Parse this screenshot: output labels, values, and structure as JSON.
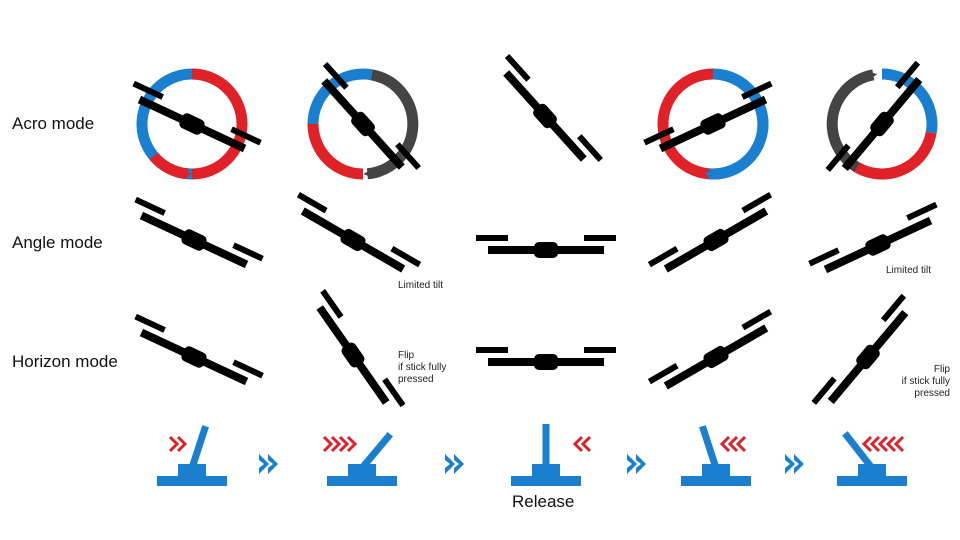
{
  "rows": {
    "acro": "Acro mode",
    "angle": "Angle mode",
    "horizon": "Horizon mode"
  },
  "notes": {
    "limited_tilt_1": "Limited tilt",
    "limited_tilt_2": "Limited tilt",
    "flip_1_line1": "Flip",
    "flip_1_line2": "if stick fully",
    "flip_1_line3": "pressed",
    "flip_2_line1": "Flip",
    "flip_2_line2": "if stick fully",
    "flip_2_line3": "pressed"
  },
  "release_label": "Release",
  "colors": {
    "quad": "#000000",
    "blue": "#1a7fcf",
    "red": "#e02128",
    "gray": "#444444",
    "text": "#111111"
  },
  "icons": {
    "quad": "quadcopter-side-icon",
    "rotation": "rotation-arrow-icon",
    "stick": "joystick-icon",
    "chevrons": "chevron-arrows-icon",
    "step": "step-arrow-icon"
  },
  "sticks": [
    {
      "position": "tilted-right",
      "pushes": 2
    },
    {
      "position": "tilted-right-strong",
      "pushes": 4
    },
    {
      "position": "center",
      "pushes": 2
    },
    {
      "position": "tilted-left",
      "pushes": 3
    },
    {
      "position": "tilted-left-strong",
      "pushes": 5
    }
  ]
}
